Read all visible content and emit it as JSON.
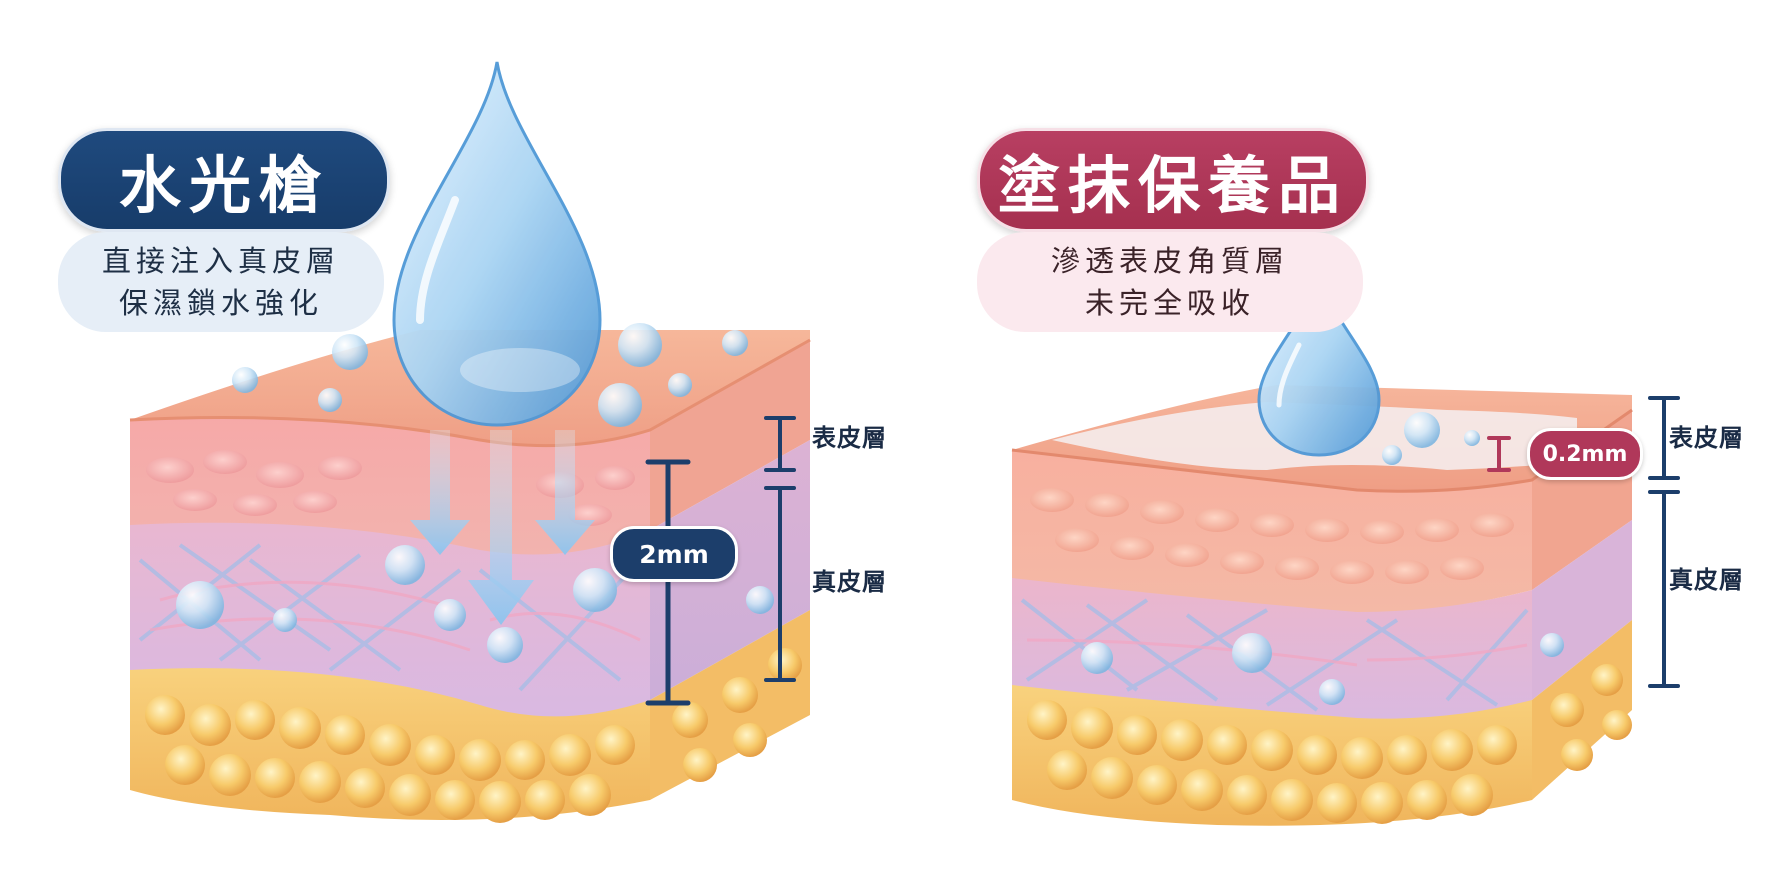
{
  "left": {
    "title": "水光槍",
    "subtitle_lines": [
      "直接注入真皮層",
      "保濕鎖水強化"
    ],
    "depth_label": "2mm",
    "layer_labels": {
      "epidermis": "表皮層",
      "dermis": "真皮層"
    },
    "colors": {
      "accent": "#1c3e6b",
      "subtitle_bg": "#e6eef7"
    }
  },
  "right": {
    "title": "塗抹保養品",
    "subtitle_lines": [
      "滲透表皮角質層",
      "未完全吸收"
    ],
    "depth_label": "0.2mm",
    "layer_labels": {
      "epidermis": "表皮層",
      "dermis": "真皮層"
    },
    "colors": {
      "accent": "#b0385a",
      "subtitle_bg": "#fbe9ee"
    }
  }
}
